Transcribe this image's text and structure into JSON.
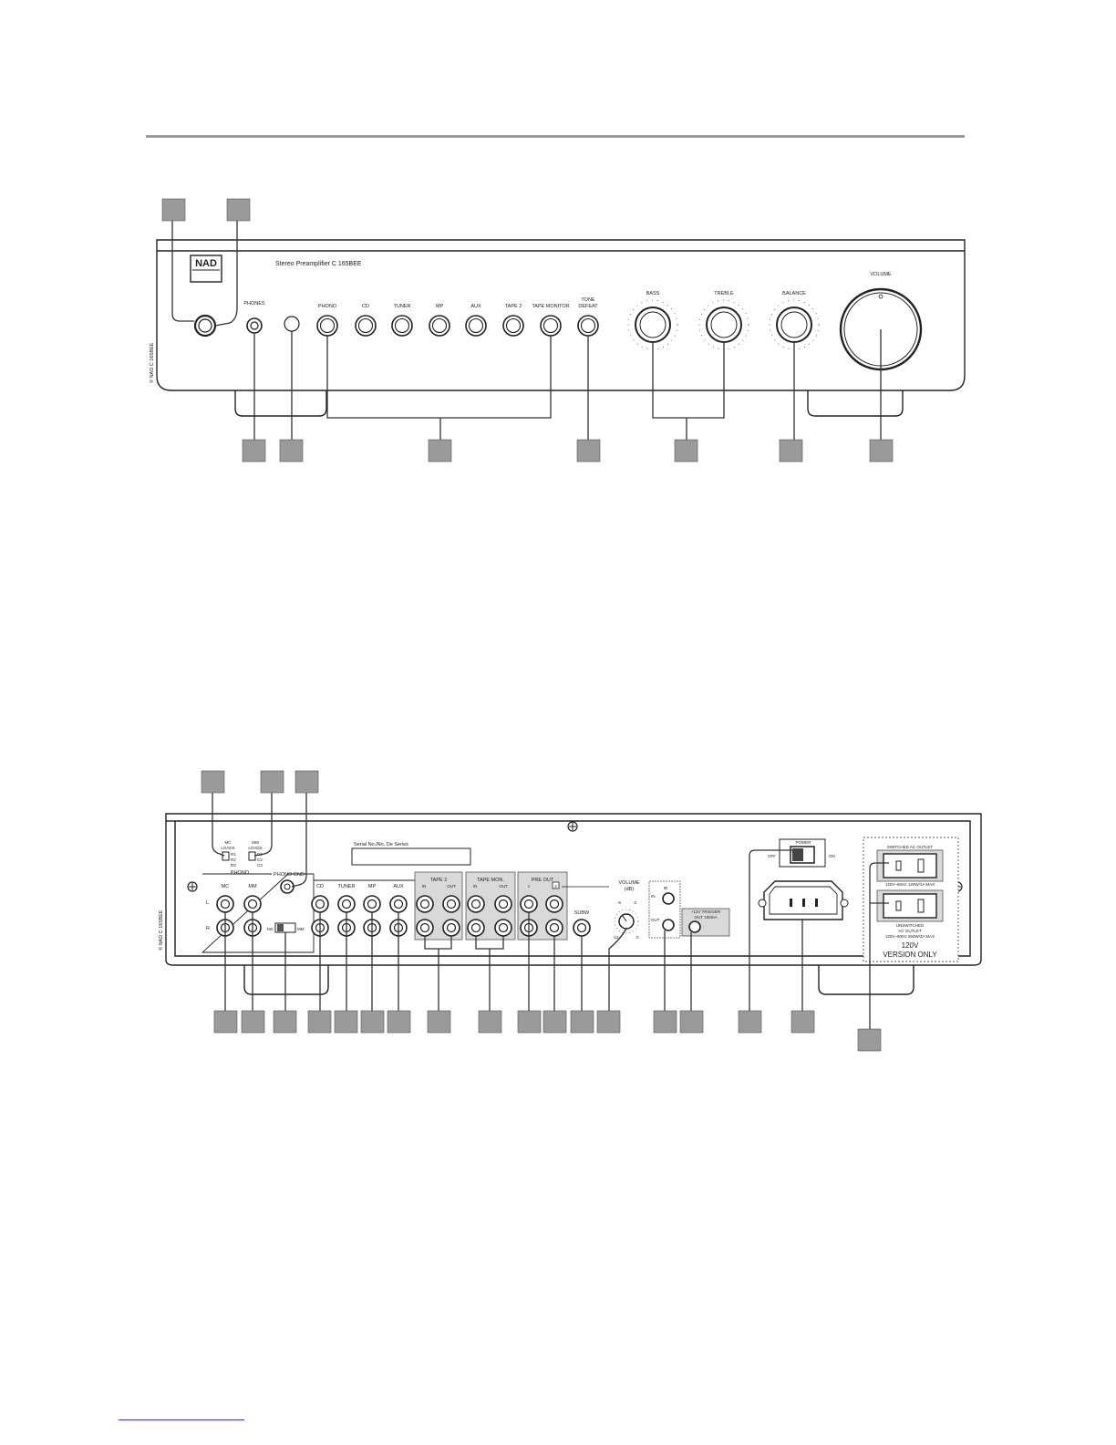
{
  "front": {
    "brand": "NAD",
    "model_text": "Stereo Preamplifier C 165BEE",
    "side_text": "© NAD C 165BEE",
    "labels": {
      "phones": "PHONES",
      "phono": "PHONO",
      "cd": "CD",
      "tuner": "TUNER",
      "mp": "MP",
      "aux": "AUX",
      "tape2": "TAPE 2",
      "tape_monitor": "TAPE MONITOR",
      "tone": "TONE",
      "defeat": "DEFEAT",
      "bass": "BASS",
      "treble": "TREBLE",
      "balance": "BALANCE",
      "volume": "VOLUME"
    }
  },
  "rear": {
    "side_text": "© NAD C 165BEE",
    "serial_label": "Serial No./No. De Series",
    "labels": {
      "mc_loads_1": "MC",
      "mc_loads_2": "LOADS",
      "mm_loads_1": "MM",
      "mm_loads_2": "LOADS",
      "r1": "R1",
      "r2": "R2",
      "r3": "R3",
      "c1": "C1",
      "c2": "C2",
      "c3": "C3",
      "phono": "PHONO",
      "phono_gnd": "PHONO GND",
      "mc": "MC",
      "mm": "MM",
      "l": "L",
      "r": "R",
      "cd": "CD",
      "tuner": "TUNER",
      "mp": "MP",
      "aux": "AUX",
      "tape2": "TAPE 2",
      "in": "IN",
      "out": "OUT",
      "tape_mon": "TAPE MON.",
      "pre_out": "PRE OUT",
      "one": "1",
      "two": "2",
      "subw": "SUBW",
      "volume": "VOLUME",
      "db": "(dB)",
      "minus6": "-6",
      "minus3": "-3",
      "minus12": "-12",
      "zero": "0",
      "ir": "IR",
      "trigger": "+12V TRIGGER",
      "trigger_out": "OUT 100mA",
      "power": "POWER",
      "off": "OFF",
      "on": "ON",
      "switched": "SWITCHED AC OUTLET",
      "switched_rating": "120V~60Hz 120W/1A MAX",
      "unswitched_1": "UNSWITCHED",
      "unswitched_2": "AC OUTLET",
      "unswitched_rating": "120V~60Hz 360W/3A MAX",
      "version_1": "120V",
      "version_2": "VERSION ONLY"
    }
  },
  "colors": {
    "callout_box": "#9a9a9a",
    "line": "#333333",
    "page_rule": "#9a9a9a"
  }
}
